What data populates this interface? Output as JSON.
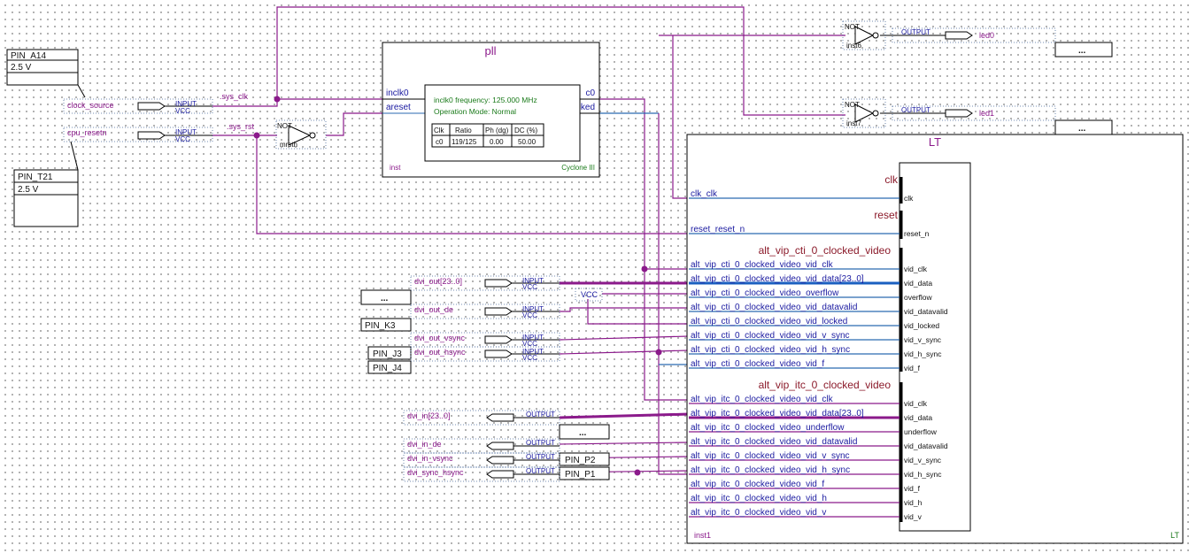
{
  "pins": {
    "pin_a14": {
      "name": "PIN_A14",
      "voltage": "2.5 V"
    },
    "pin_t21": {
      "name": "PIN_T21",
      "voltage": "2.5 V"
    },
    "pin_k3": "PIN_K3",
    "pin_j3": "PIN_J3",
    "pin_j4": "PIN_J4",
    "pin_p2": "PIN_P2",
    "pin_p1": "PIN_P1",
    "ellipsis": "..."
  },
  "inputs": {
    "clock_source": "clock_source",
    "cpu_resetn": "cpu_resetn",
    "dvi_out_bus": "dvi_out[23..0]",
    "dvi_out_de": "dvi_out_de",
    "dvi_out_vsync": "dvi_out_vsync",
    "dvi_out_hsync": "dvi_out_hsync",
    "input_label": "INPUT",
    "vcc_label": "VCC"
  },
  "outputs": {
    "dvi_in_bus": "dvi_in[23..0]",
    "dvi_in_de": "dvi_in_de",
    "dvi_in_vsync": "dvi_in_vsync",
    "dvi_sync_hsync": "dvi_sync_hsync",
    "led0": "led0",
    "led1": "led1",
    "output_label": "OUTPUT"
  },
  "nets": {
    "sys_clk": ".sys_clk",
    "sys_rst": ".sys_rst",
    "vcc": "VCC"
  },
  "gates": {
    "not_label": "NOT",
    "inst_mrst": "mrsth",
    "inst_6": "inst6",
    "inst_7": "inst7"
  },
  "pll": {
    "title": "pll",
    "port_inclk0": "inclk0",
    "port_areset": "areset",
    "port_c0": "c0",
    "port_locked": "locked",
    "info_freq": "inclk0 frequency: 125.000 MHz",
    "info_mode": "Operation Mode: Normal",
    "table_headers": [
      "Clk",
      "Ratio",
      "Ph (dg)",
      "DC (%)"
    ],
    "table_row": [
      "c0",
      "119/125",
      "0.00",
      "50.00"
    ],
    "inst": "inst",
    "family": "Cyclone III"
  },
  "lt": {
    "title": "LT",
    "inst": "inst1",
    "footer": "LT",
    "group_clk": "clk",
    "group_reset": "reset",
    "group_cti": "alt_vip_cti_0_clocked_video",
    "group_itc": "alt_vip_itc_0_clocked_video",
    "left_ports": [
      "clk_clk",
      "reset_reset_n",
      "alt_vip_cti_0_clocked_video_vid_clk",
      "alt_vip_cti_0_clocked_video_vid_data[23..0]",
      "alt_vip_cti_0_clocked_video_overflow",
      "alt_vip_cti_0_clocked_video_vid_datavalid",
      "alt_vip_cti_0_clocked_video_vid_locked",
      "alt_vip_cti_0_clocked_video_vid_v_sync",
      "alt_vip_cti_0_clocked_video_vid_h_sync",
      "alt_vip_cti_0_clocked_video_vid_f",
      "alt_vip_itc_0_clocked_video_vid_clk",
      "alt_vip_itc_0_clocked_video_vid_data[23..0]",
      "alt_vip_itc_0_clocked_video_underflow",
      "alt_vip_itc_0_clocked_video_vid_datavalid",
      "alt_vip_itc_0_clocked_video_vid_v_sync",
      "alt_vip_itc_0_clocked_video_vid_h_sync",
      "alt_vip_itc_0_clocked_video_vid_f",
      "alt_vip_itc_0_clocked_video_vid_h",
      "alt_vip_itc_0_clocked_video_vid_v"
    ],
    "right_ports": [
      "clk",
      "reset_n",
      "vid_clk",
      "vid_data",
      "overflow",
      "vid_datavalid",
      "vid_locked",
      "vid_v_sync",
      "vid_h_sync",
      "vid_f",
      "vid_clk",
      "vid_data",
      "underflow",
      "vid_datavalid",
      "vid_v_sync",
      "vid_h_sync",
      "vid_f",
      "vid_h",
      "vid_v"
    ]
  },
  "colors": {
    "wire_purple": "#8b1a8b",
    "wire_blue": "#2a6ab0",
    "text_blue": "#1a1aa0",
    "text_maroon": "#8b1a2a",
    "text_green": "#1a7a1a"
  }
}
